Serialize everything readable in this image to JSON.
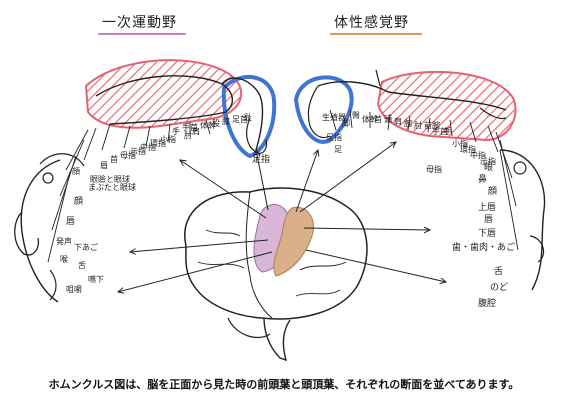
{
  "titles": {
    "motor": "一次運動野",
    "sensory": "体性感覚野"
  },
  "colors": {
    "motor_underline": "#c97fb8",
    "sensory_underline": "#d69a55",
    "hatch_red": "#e8616e",
    "hand_blue": "#3f73d6",
    "motor_cortex_fill": "#d7b6d8",
    "sensory_cortex_fill": "#d9b08a",
    "ink": "#222222"
  },
  "caption": "ホムンクルス図は、脳を正面から見た時の前頭葉と頭頂葉、それぞれの断面を並べてあります。",
  "motor_labels": {
    "arc": [
      "趾",
      "足首",
      "膝",
      "股",
      "体幹",
      "肩",
      "肘",
      "手首",
      "手",
      "小指",
      "環指",
      "中指",
      "示指",
      "母指",
      "首",
      "眉",
      "眼瞼と眼球",
      "顔"
    ],
    "foot": "足指",
    "face": [
      "まぶたと眼球",
      "顔",
      "唇",
      "下あご",
      "舌",
      "嚥下",
      "喉",
      "発声",
      "咀嚼"
    ]
  },
  "sensory_labels": {
    "arc": [
      "生殖器",
      "足指",
      "足",
      "脚",
      "臀",
      "体幹",
      "首",
      "頭",
      "肩",
      "腕",
      "肘",
      "前腕",
      "手首",
      "手",
      "小指",
      "環指",
      "中指",
      "示指",
      "母指"
    ],
    "face": [
      "眼",
      "鼻",
      "顔",
      "上唇",
      "唇",
      "下唇",
      "歯・歯肉・あご",
      "舌",
      "のど",
      "腹腔"
    ]
  }
}
